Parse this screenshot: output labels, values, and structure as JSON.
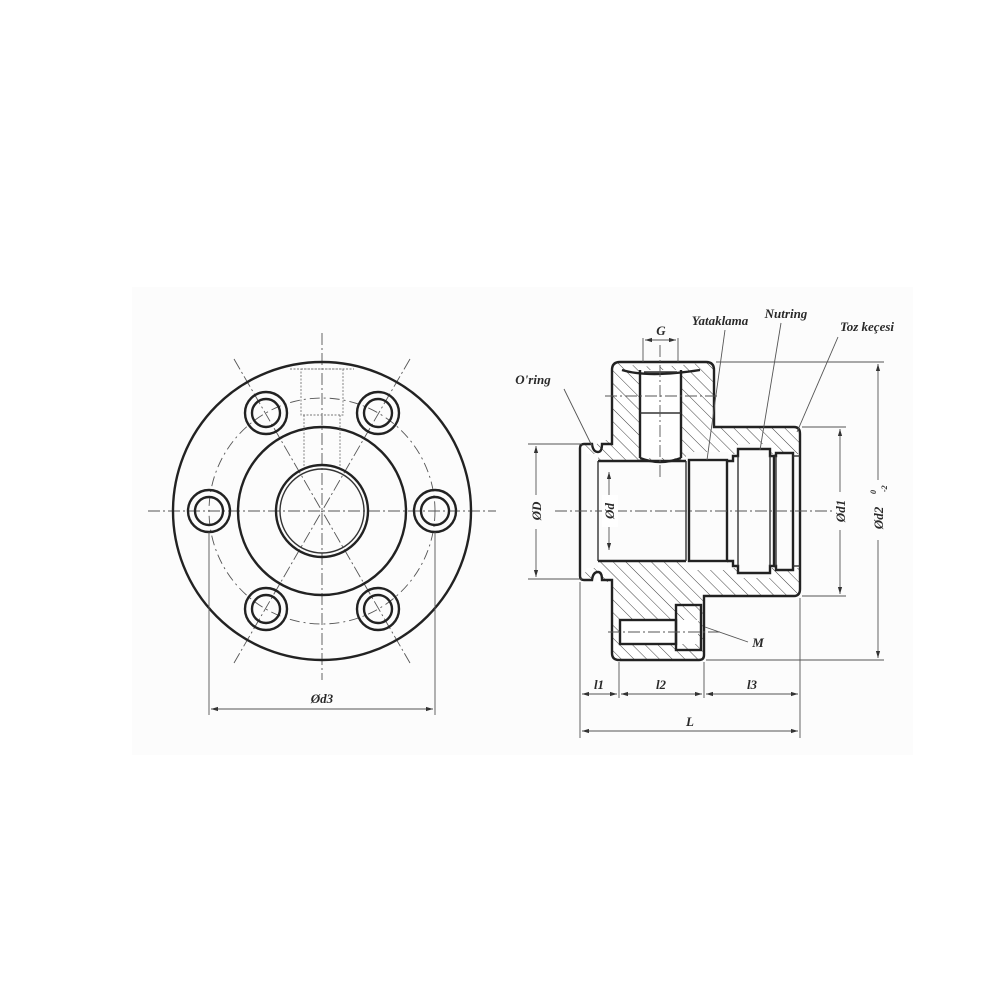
{
  "drawing": {
    "title": "Flanged hydraulic cylinder head / gland - front and section views",
    "front_view": {
      "bolt_holes": 6,
      "dimension_labels": {
        "bolt_circle_diameter": "Ød3"
      }
    },
    "section_view": {
      "callouts": {
        "oring": "O'ring",
        "bearing": "Yataklama",
        "rod_seal": "Nutring",
        "wiper": "Toz keçesi",
        "port_thread": "G",
        "mount_thread": "M"
      },
      "dimension_labels": {
        "outer_pilot_diameter": "ØD",
        "bore_diameter": "Ød",
        "seal_housing_diameter": "Ød1",
        "flange_diameter": "Ød2",
        "flange_diameter_tol_upper": "0",
        "flange_diameter_tol_lower": "-2",
        "length_1": "l1",
        "length_2": "l2",
        "length_3": "l3",
        "total_length": "L"
      }
    },
    "colors": {
      "line": "#222222",
      "panel": "#fcfcfc",
      "background": "#ffffff"
    }
  }
}
